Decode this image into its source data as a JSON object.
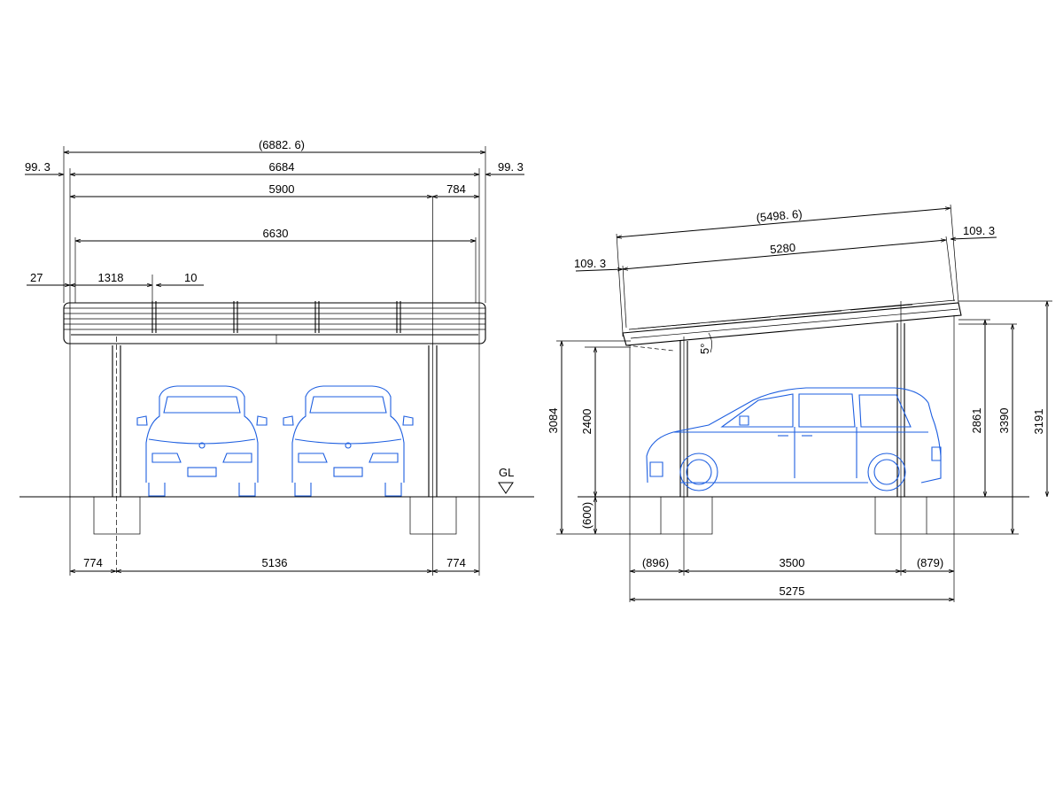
{
  "front_view": {
    "dims": {
      "overall": "(6882. 6)",
      "width": "6684",
      "overhang_left": "99. 3",
      "overhang_right": "99. 3",
      "span_upper": "5900",
      "span_upper_right": "784",
      "roof_inner": "6630",
      "edge_left": "27",
      "panel": "1318",
      "gap": "10",
      "post_left": "774",
      "post_span": "5136",
      "post_right": "774"
    },
    "ground_label": "GL"
  },
  "side_view": {
    "dims": {
      "roof_slope_overall": "(5498. 6)",
      "roof_slope_inner": "5280",
      "overhang_left": "109. 3",
      "overhang_right": "109. 3",
      "angle": "5°",
      "height_front": "3084",
      "clearance": "2400",
      "footing_depth": "(600)",
      "height_rear": "2861",
      "height_rear_total": "3390",
      "height_top": "3191",
      "bottom_left": "(896)",
      "bottom_span": "3500",
      "bottom_right": "(879)",
      "bottom_total": "5275"
    }
  },
  "colors": {
    "line": "#000000",
    "car": "#1e5fe0",
    "background": "#ffffff"
  }
}
